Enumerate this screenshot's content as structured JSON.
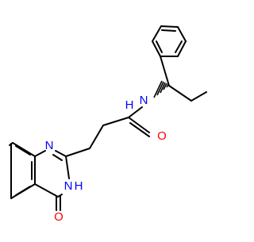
{
  "molecule": {
    "atom_labels": {
      "amide_n": "N",
      "amide_h": "H",
      "amide_o": "O",
      "ring_n1": "N",
      "ring_n3": "N",
      "ring_n3_h": "H",
      "keto_o": "O"
    },
    "colors": {
      "bond": "#000000",
      "nitrogen": "#0000ff",
      "oxygen": "#ff0000",
      "background": "#ffffff"
    }
  }
}
